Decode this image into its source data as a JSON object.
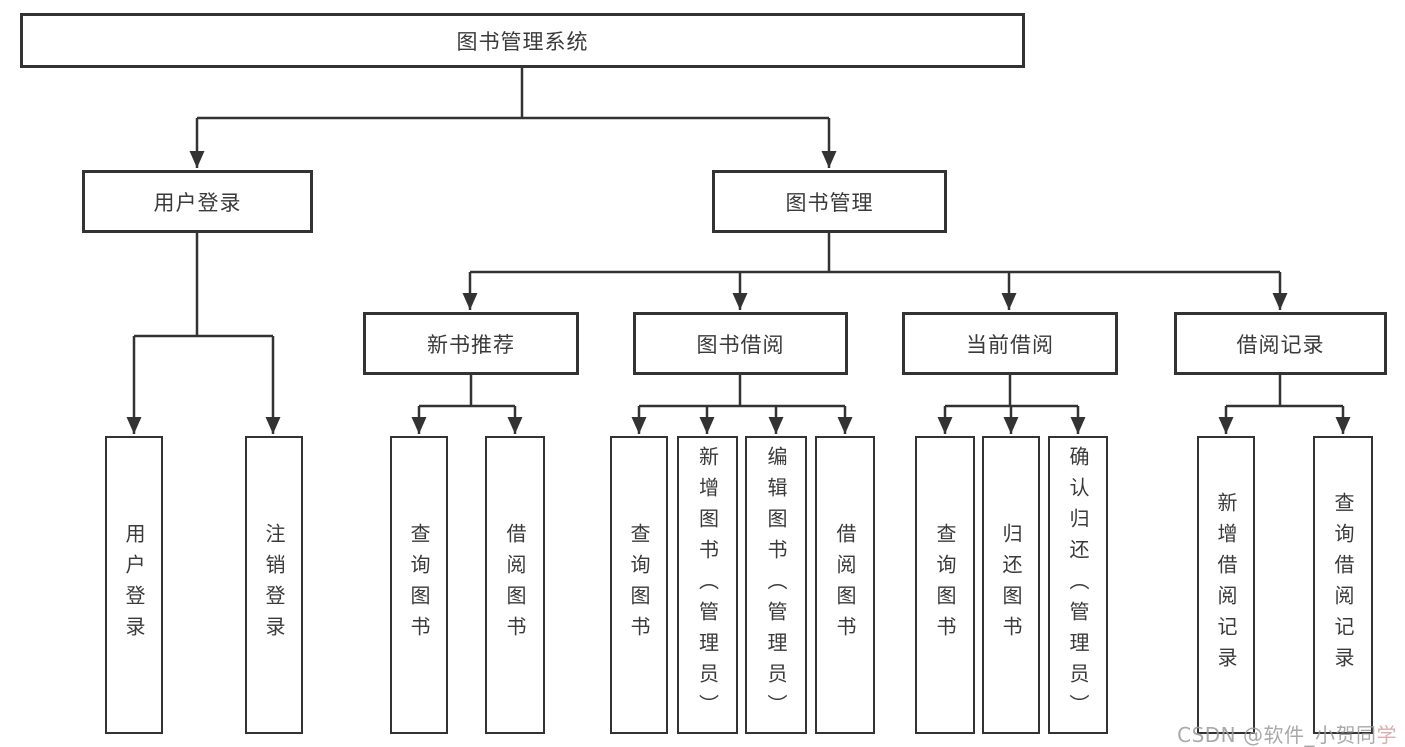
{
  "tree": {
    "label": "图书管理系统",
    "children": [
      {
        "label": "用户登录",
        "children": [
          {
            "label": "用户登录"
          },
          {
            "label": "注销登录"
          }
        ]
      },
      {
        "label": "图书管理",
        "children": [
          {
            "label": "新书推荐",
            "children": [
              {
                "label": "查询图书"
              },
              {
                "label": "借阅图书"
              }
            ]
          },
          {
            "label": "图书借阅",
            "children": [
              {
                "label": "查询图书"
              },
              {
                "label": "新增图书（管理员）"
              },
              {
                "label": "编辑图书（管理员）"
              },
              {
                "label": "借阅图书"
              }
            ]
          },
          {
            "label": "当前借阅",
            "children": [
              {
                "label": "查询图书"
              },
              {
                "label": "归还图书"
              },
              {
                "label": "确认归还（管理员）"
              }
            ]
          },
          {
            "label": "借阅记录",
            "children": [
              {
                "label": "新增借阅记录"
              },
              {
                "label": "查询借阅记录"
              }
            ]
          }
        ]
      }
    ]
  },
  "watermark": {
    "gray_text": "CSDN @软件_小贺同",
    "red_text": "学"
  },
  "colors": {
    "line": "#333333",
    "box_border": "#333333",
    "text": "#3a3a3a",
    "watermark_gray": "#9b9b9b",
    "watermark_red": "#d2a0a0",
    "background": "#ffffff"
  }
}
